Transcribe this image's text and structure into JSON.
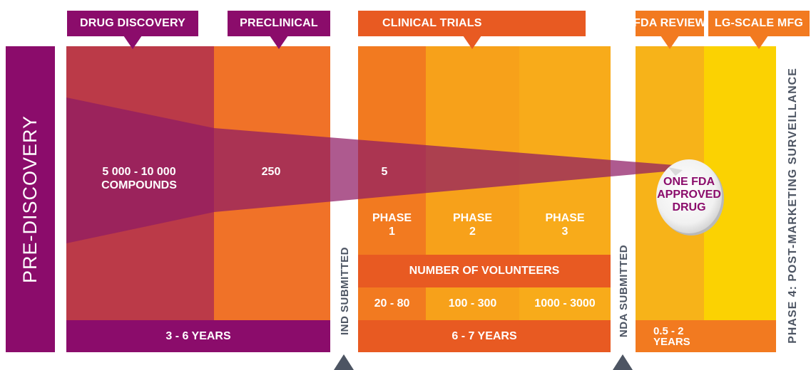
{
  "stages": {
    "drug_discovery": "DRUG DISCOVERY",
    "preclinical": "PRECLINICAL",
    "clinical_trials": "CLINICAL TRIALS",
    "fda_review": "FDA REVIEW",
    "lg_scale_mfg": "LG-SCALE MFG"
  },
  "pre_discovery": "PRE-DISCOVERY",
  "post_marketing": "PHASE 4: POST-MARKETING SURVEILLANCE",
  "compounds": {
    "discovery_line1": "5 000 - 10 000",
    "discovery_line2": "COMPOUNDS",
    "preclinical": "250",
    "clinical": "5"
  },
  "phases": {
    "p1_line1": "PHASE",
    "p1_line2": "1",
    "p2_line1": "PHASE",
    "p2_line2": "2",
    "p3_line1": "PHASE",
    "p3_line2": "3"
  },
  "volunteers": {
    "label": "NUMBER OF VOLUNTEERS",
    "p1": "20 - 80",
    "p2": "100 - 300",
    "p3": "1000 - 3000"
  },
  "durations": {
    "discovery_preclinical": "3 - 6 YEARS",
    "clinical": "6 - 7 YEARS",
    "fda_line1": "0.5 - 2",
    "fda_line2": "YEARS"
  },
  "milestones": {
    "ind": "IND SUBMITTED",
    "nda": "NDA SUBMITTED"
  },
  "result": {
    "line1": "ONE FDA",
    "line2": "APPROVED",
    "line3": "DRUG"
  },
  "colors": {
    "purple": "#8b0c6b",
    "discovery": "#bb3a48",
    "preclinical": "#f07228",
    "phase1": "#f27a20",
    "phase2": "#f7a11a",
    "phase3": "#f8ab1a",
    "fda": "#f7b319",
    "mfg": "#fbd202",
    "dark_orange": "#e85a22",
    "funnel": "#8f1a64",
    "pointer": "#4d5563"
  }
}
